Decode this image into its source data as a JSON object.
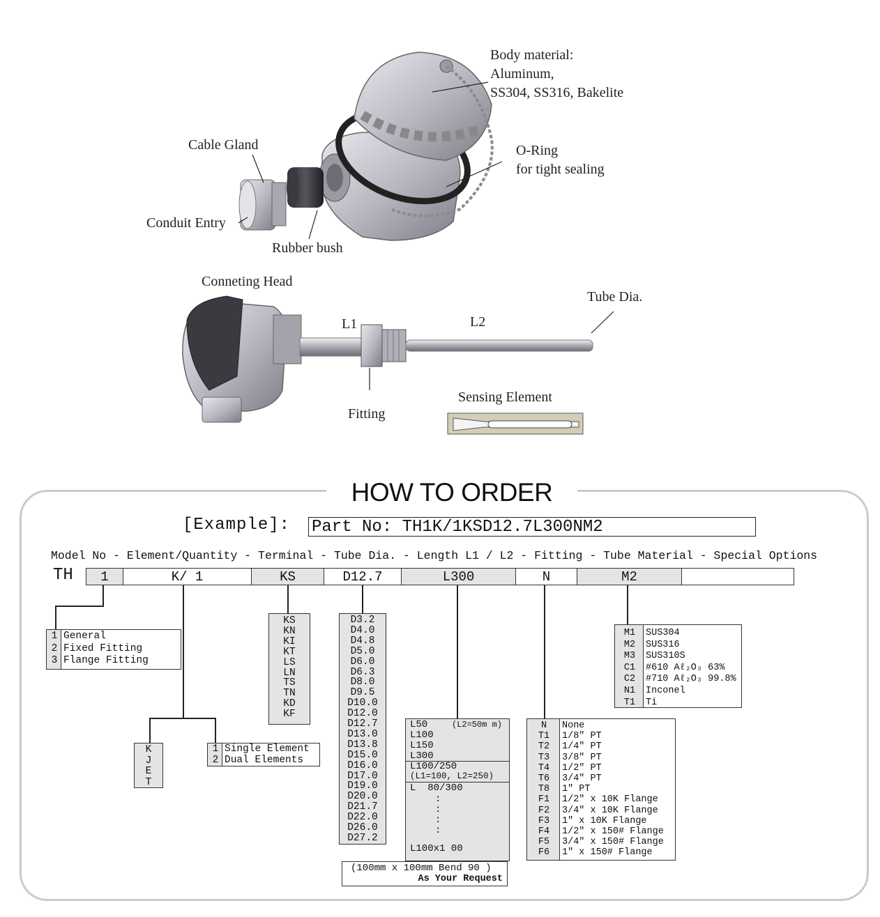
{
  "illustration": {
    "body_material": [
      "Body material:",
      "Aluminum,",
      "SS304, SS316, Bakelite"
    ],
    "cable_gland": "Cable Gland",
    "o_ring": [
      "O-Ring",
      "for tight sealing"
    ],
    "conduit_entry": "Conduit Entry",
    "rubber_bush": "Rubber bush",
    "connecting_head": "Conneting Head",
    "tube_dia": "Tube Dia.",
    "l1": "L1",
    "l2": "L2",
    "fitting": "Fitting",
    "sensing_element": "Sensing Element"
  },
  "order": {
    "title": "HOW TO ORDER",
    "example_label": "[Example]:",
    "example_value": "Part No: TH1K/1KSD12.7L300NM2",
    "header_line": "Model No - Element/Quantity - Terminal - Tube Dia. - Length L1 / L2 - Fitting - Tube Material - Special Options",
    "prefix": "TH",
    "cells": [
      "1",
      "K/ 1",
      "KS",
      "D12.7",
      "L300",
      "N",
      "M2",
      ""
    ],
    "model": [
      {
        "code": "1",
        "desc": "General"
      },
      {
        "code": "2",
        "desc": "Fixed Fitting"
      },
      {
        "code": "3",
        "desc": "Flange Fitting"
      }
    ],
    "element_type": [
      "K",
      "J",
      "E",
      "T"
    ],
    "quantity": [
      {
        "code": "1",
        "desc": "Single Element"
      },
      {
        "code": "2",
        "desc": "Dual Elements"
      }
    ],
    "terminal": [
      "KS",
      "KN",
      "KI",
      "KT",
      "LS",
      "LN",
      "TS",
      "TN",
      "KD",
      "KF"
    ],
    "tube_dia": [
      "D3.2",
      "D4.0",
      "D4.8",
      "D5.0",
      "D6.0",
      "D6.3",
      "D8.0",
      "D9.5",
      "D10.0",
      "D12.0",
      "D12.7",
      "D13.0",
      "D13.8",
      "D15.0",
      "D16.0",
      "D17.0",
      "D19.0",
      "D20.0",
      "D21.7",
      "D22.0",
      "D26.0",
      "D27.2"
    ],
    "length": {
      "group1": [
        "L50",
        "L100",
        "L150",
        "L300"
      ],
      "group1_note": "(L2=50m m)",
      "group2": [
        "L100/250",
        "(L1=100, L2=250)"
      ],
      "group3_start": "L  80/300",
      "dots": [
        ":",
        ":",
        ":",
        ":"
      ],
      "group3_end": "L100x1 00",
      "bend_note": "(100mm x 100mm Bend 90 )",
      "bend_note2": "As Your Request"
    },
    "fitting": [
      {
        "code": "N",
        "desc": "None"
      },
      {
        "code": "T1",
        "desc": "1/8\" PT"
      },
      {
        "code": "T2",
        "desc": "1/4\" PT"
      },
      {
        "code": "T3",
        "desc": "3/8\" PT"
      },
      {
        "code": "T4",
        "desc": "1/2\" PT"
      },
      {
        "code": "T6",
        "desc": "3/4\" PT"
      },
      {
        "code": "T8",
        "desc": "1\" PT"
      },
      {
        "code": "F1",
        "desc": "1/2\" x 10K Flange"
      },
      {
        "code": "F2",
        "desc": "3/4\" x 10K Flange"
      },
      {
        "code": "F3",
        "desc": "1\" x 10K Flange"
      },
      {
        "code": "F4",
        "desc": "1/2\" x 150# Flange"
      },
      {
        "code": "F5",
        "desc": "3/4\" x 150# Flange"
      },
      {
        "code": "F6",
        "desc": "1\" x 150# Flange"
      }
    ],
    "material": [
      {
        "code": "M1",
        "desc": "SUS304"
      },
      {
        "code": "M2",
        "desc": "SUS316"
      },
      {
        "code": "M3",
        "desc": "SUS310S"
      },
      {
        "code": "C1",
        "desc": "#610 Aℓ₂O₃ 63%"
      },
      {
        "code": "C2",
        "desc": "#710 Aℓ₂O₃ 99.8%"
      },
      {
        "code": "N1",
        "desc": "Inconel"
      },
      {
        "code": "T1",
        "desc": "Ti"
      }
    ]
  },
  "colors": {
    "frame": "#c9c9d2",
    "code_cell": "#e4e4e4",
    "metal": "#b8b8c0",
    "chain": "#8a8a90"
  }
}
